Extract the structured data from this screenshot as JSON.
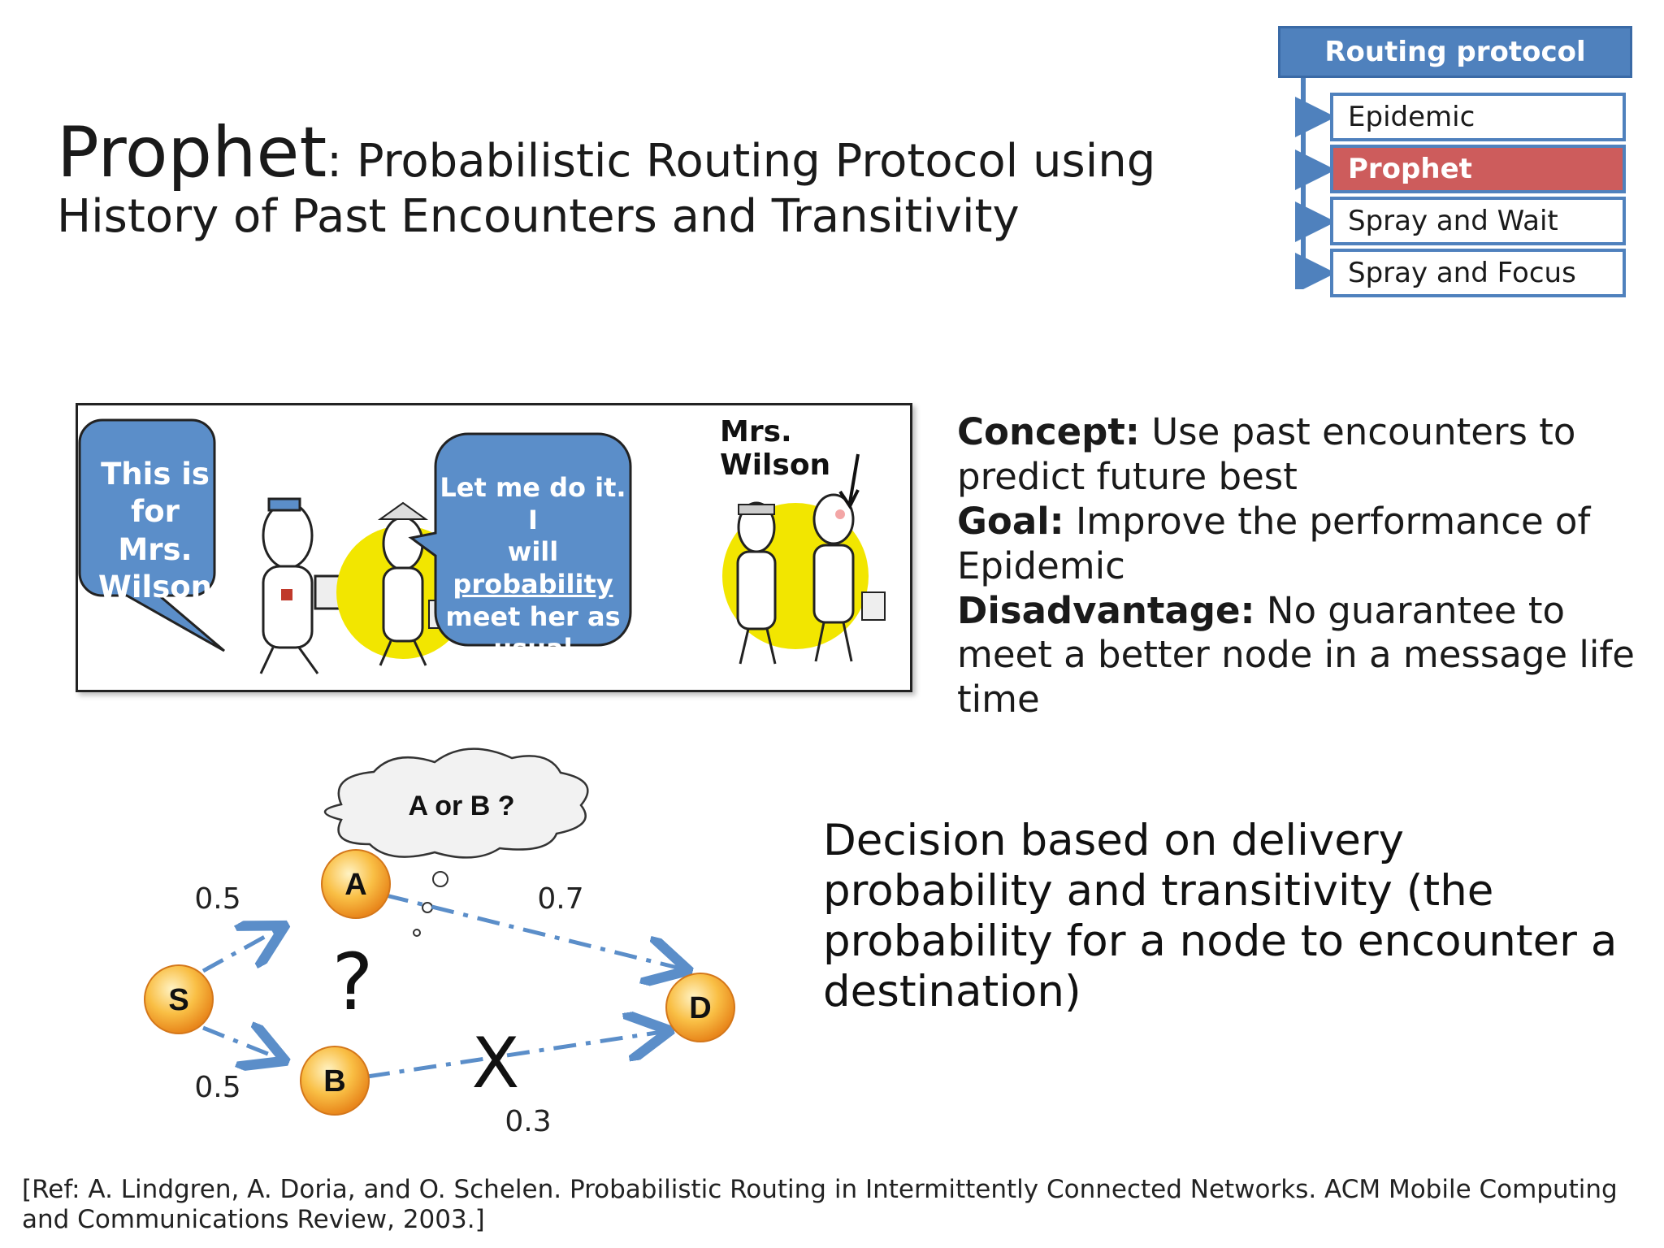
{
  "title": {
    "main": "Prophet",
    "rest": ": Probabilistic Routing Protocol using",
    "line2": "History of Past Encounters and Transitivity"
  },
  "menu": {
    "header": "Routing protocol",
    "items": [
      "Epidemic",
      "Prophet",
      "Spray and Wait",
      "Spray and Focus"
    ],
    "active": "Prophet",
    "colors": {
      "header": "#4f81bd",
      "active": "#cd5c5c"
    }
  },
  "cartoon": {
    "bubble1": [
      "This is",
      "for Mrs.",
      "Wilson"
    ],
    "bubble2": {
      "line1": "Let me do it. I",
      "line2": "will",
      "line3": "probability",
      "line4": "meet her as",
      "line5": "usual"
    },
    "wilson_label": "Mrs. Wilson"
  },
  "concept": {
    "concept_label": "Concept:",
    "concept_text": " Use past encounters to predict future best",
    "goal_label": "Goal:",
    "goal_text": " Improve the performance of Epidemic",
    "disadv_label": "Disadvantage:",
    "disadv_text": " No guarantee to meet a better node in a message life time"
  },
  "graph": {
    "cloud": "A or B ?",
    "nodes": {
      "s": "S",
      "a": "A",
      "b": "B",
      "d": "D"
    },
    "edges": {
      "sa": "0.5",
      "sb": "0.5",
      "ad": "0.7",
      "bd": "0.3"
    },
    "question": "?",
    "cross": "X"
  },
  "decision": "Decision based on delivery probability and transitivity (the probability for a node to encounter a destination)",
  "reference": "[Ref: A. Lindgren, A. Doria, and O. Schelen. Probabilistic  Routing in Intermittently  Connected Networks. ACM Mobile Computing and Communications Review, 2003.]"
}
